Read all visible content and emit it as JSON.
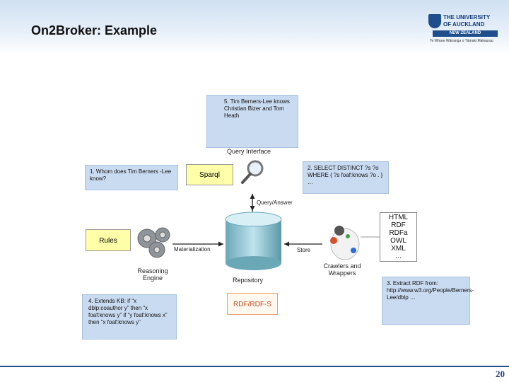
{
  "slide": {
    "title": "On2Broker: Example",
    "page_number": "20"
  },
  "logo": {
    "line1": "THE UNIVERSITY",
    "line2": "OF AUCKLAND",
    "line3": "NEW ZEALAND",
    "motto": "Te Whare Wānanga o Tāmaki Makaurau"
  },
  "notes": {
    "n1": "1. Whom does Tim Berners -Lee know?",
    "n2": "2. SELECT DISTINCT ?s ?o WHERE { ?s foaf:knows ?o . } …",
    "n3": "3. Extract RDF from: http://www.w3.org/People/Berners-Lee/dblp …",
    "n4": "4. Extends KB: if “x dblp:coauthor y” then “x foaf:knows y” if “y foaf:knows x” then “x foaf:knows y”",
    "n5": "5. Tim Berners-Lee knows Christian Bizer and Tom Heath"
  },
  "diagram": {
    "query_interface": "Query Interface",
    "sparql": "Sparql",
    "query_answer": "Query/Answer",
    "rules": "Rules",
    "materialization": "Materialization",
    "reasoning_engine": "Reasoning Engine",
    "store": "Store",
    "repository": "Repository",
    "crawlers": "Crawlers and Wrappers",
    "rdf_rdfs": "RDF/RDF-S",
    "formats": [
      "HTML",
      "RDF",
      "RDFa",
      "OWL",
      "XML",
      "…"
    ]
  }
}
